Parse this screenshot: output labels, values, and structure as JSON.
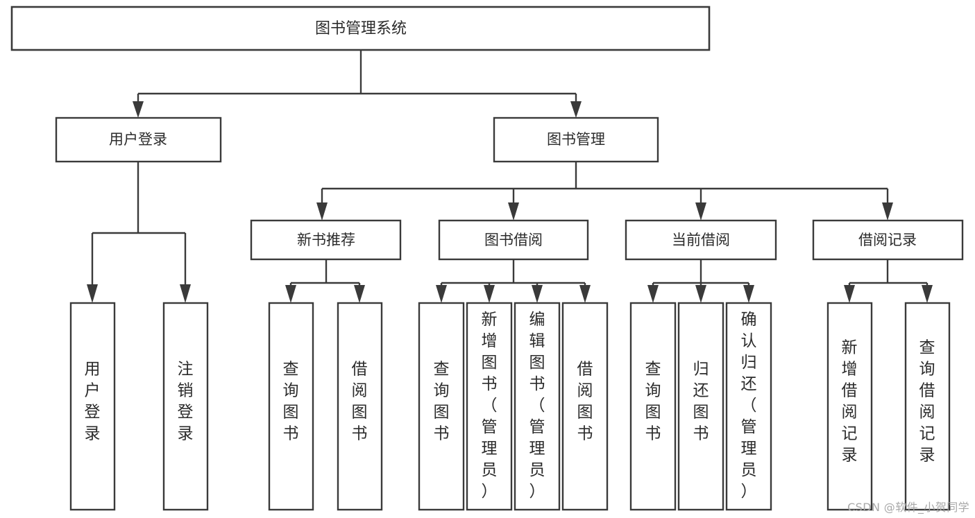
{
  "diagram": {
    "type": "tree-hierarchy",
    "title": "图书管理系统",
    "orientation": "top-down",
    "colors": {
      "stroke": "#3a3a3a",
      "box_fill": "#ffffff",
      "text": "#2b2b2b",
      "background": "#ffffff",
      "watermark": "#a8a8a8"
    },
    "root": {
      "label": "图书管理系统"
    },
    "level2": [
      {
        "label": "用户登录"
      },
      {
        "label": "图书管理"
      }
    ],
    "level3": [
      {
        "label": "新书推荐"
      },
      {
        "label": "图书借阅"
      },
      {
        "label": "当前借阅"
      },
      {
        "label": "借阅记录"
      }
    ],
    "leaves": {
      "user_login": [
        {
          "label": "用户登录"
        },
        {
          "label": "注销登录"
        }
      ],
      "new_book_recommend": [
        {
          "label": "查询图书"
        },
        {
          "label": "借阅图书"
        }
      ],
      "book_borrow": [
        {
          "label": "查询图书"
        },
        {
          "label": "新增图书（管理员）"
        },
        {
          "label": "编辑图书（管理员）"
        },
        {
          "label": "借阅图书"
        }
      ],
      "current_borrow": [
        {
          "label": "查询图书"
        },
        {
          "label": "归还图书"
        },
        {
          "label": "确认归还（管理员）"
        }
      ],
      "borrow_record": [
        {
          "label": "新增借阅记录"
        },
        {
          "label": "查询借阅记录"
        }
      ]
    }
  },
  "watermark": {
    "text": "CSDN @软件_小贺同学"
  }
}
